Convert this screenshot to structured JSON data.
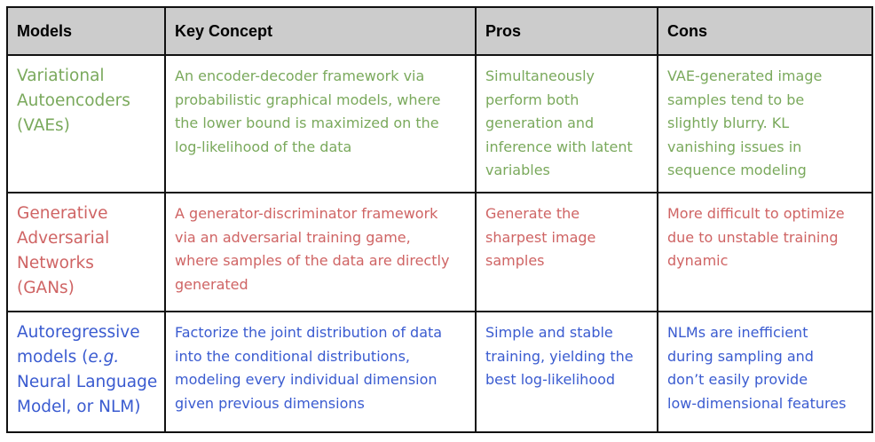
{
  "headers": {
    "models": "Models",
    "concept": "Key Concept",
    "pros": "Pros",
    "cons": "Cons"
  },
  "colors": {
    "vae": "#7aa95c",
    "gan": "#cf6464",
    "nlm": "#3a5bd0",
    "header_bg": "#cccccc"
  },
  "rows": [
    {
      "model": [
        "Variational",
        "Autoencoders",
        "(VAEs)"
      ],
      "concept": [
        "An encoder-decoder framework via",
        "probabilistic graphical models, where",
        "the lower bound is maximized on the",
        "log-likelihood of the data"
      ],
      "pros": [
        "Simultaneously",
        "perform both",
        "generation and",
        "inference with latent",
        "variables"
      ],
      "cons": [
        "VAE-generated image",
        "samples tend to be",
        "slightly blurry. KL",
        "vanishing issues in",
        "sequence modeling"
      ]
    },
    {
      "model": [
        "Generative",
        "Adversarial",
        "Networks",
        "(GANs)"
      ],
      "concept": [
        "A generator-discriminator framework",
        "via an adversarial training game,",
        "where samples of the data are directly",
        "generated"
      ],
      "pros": [
        "Generate the",
        "sharpest image",
        "samples"
      ],
      "cons": [
        "More difficult to optimize",
        "due to unstable training",
        "dynamic"
      ]
    },
    {
      "model": [
        "Autoregressive",
        "models (",
        "e.g.",
        "Neural Language",
        "Model, or NLM)"
      ],
      "concept": [
        "Factorize the joint distribution of data",
        "into the conditional distributions,",
        "modeling every individual dimension",
        "given previous dimensions"
      ],
      "pros": [
        "Simple and stable",
        "training, yielding the",
        "best log-likelihood"
      ],
      "cons": [
        "NLMs are inefficient",
        "during sampling and",
        "don’t easily provide",
        "low-dimensional features"
      ]
    }
  ]
}
